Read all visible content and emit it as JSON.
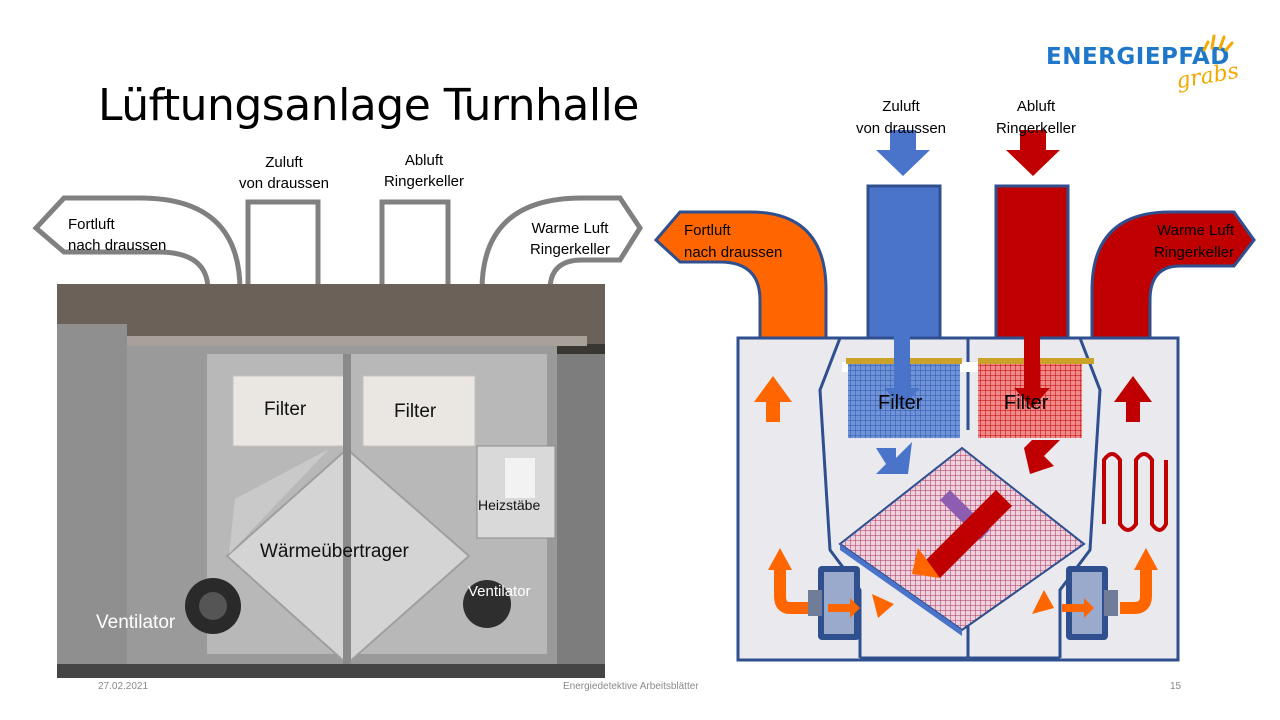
{
  "slide": {
    "title": "Lüftungsanlage Turnhalle",
    "footer_date": "27.02.2021",
    "footer_center": "Energiedetektive Arbeitsblätter",
    "page_number": "15"
  },
  "logo": {
    "main": "ENERGIEPFAD",
    "sub": "grabs"
  },
  "left_diagram": {
    "fortluft": [
      "Fortluft",
      "nach draussen"
    ],
    "zuluft": [
      "Zuluft",
      "von draussen"
    ],
    "abluft": [
      "Abluft",
      "Ringerkeller"
    ],
    "warme_luft": [
      "Warme Luft",
      "Ringerkeller"
    ]
  },
  "photo": {
    "filter_left": "Filter",
    "filter_right": "Filter",
    "heizstaebe": "Heizstäbe",
    "waermeuebertrager": "Wärmeübertrager",
    "ventilator_left": "Ventilator",
    "ventilator_right": "Ventilator"
  },
  "right_diagram": {
    "zuluft": [
      "Zuluft",
      "von draussen"
    ],
    "abluft": [
      "Abluft",
      "Ringerkeller"
    ],
    "fortluft": [
      "Fortluft",
      "nach draussen"
    ],
    "warme_luft": [
      "Warme Luft",
      "Ringerkeller"
    ],
    "filter_left": "Filter",
    "filter_right": "Filter"
  },
  "colors": {
    "blue": "#4472c4",
    "red": "#c00000",
    "orange": "#ff6600",
    "frame": "#2f4f8f",
    "duct_grey": "#808080"
  }
}
